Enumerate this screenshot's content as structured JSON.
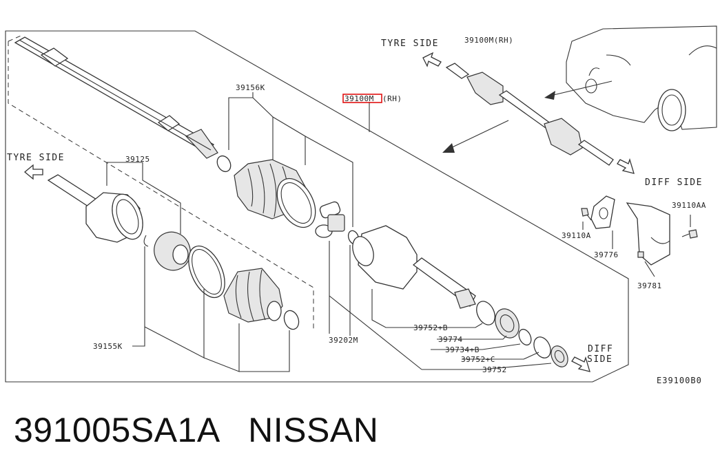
{
  "caption": {
    "part_number": "391005SA1A",
    "brand": "NISSAN"
  },
  "diagram": {
    "code": "E39100B0",
    "sides": {
      "tyre_left": "TYRE SIDE",
      "tyre_top": "TYRE SIDE",
      "diff_right": "DIFF SIDE",
      "diff_bottom_1": "DIFF",
      "diff_bottom_2": "SIDE"
    },
    "labels": {
      "p39100M_main": "39100M",
      "p39100M_main_suffix": "(RH)",
      "p39100M_top": "39100M(RH)",
      "p39156K": "39156K",
      "p39125": "39125",
      "p39155K": "39155K",
      "p39202M": "39202M",
      "p39752B": "39752+B",
      "p39774": "39774",
      "p39734B": "39734+B",
      "p39752C": "39752+C",
      "p39752": "39752",
      "p39110A": "39110A",
      "p39110AA": "39110AA",
      "p39776": "39776",
      "p39781": "39781"
    },
    "highlight_color": "#e01010"
  }
}
